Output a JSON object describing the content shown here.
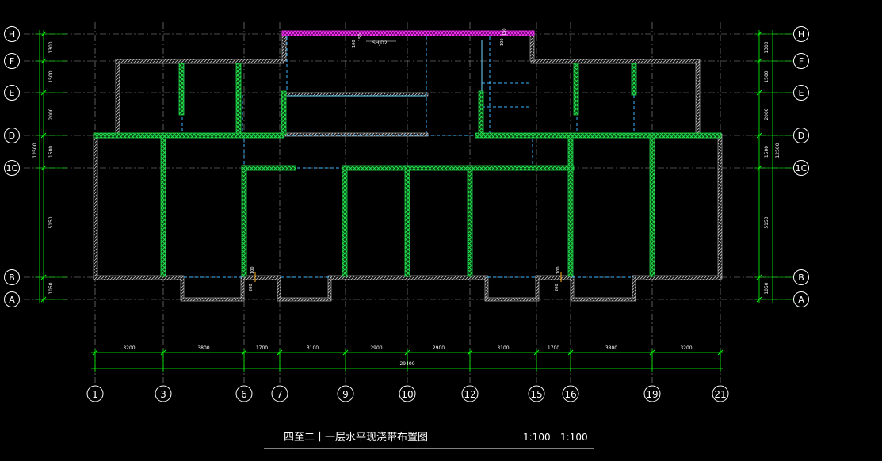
{
  "drawing": {
    "title": "四至二十一层水平现浇带布置图",
    "scale_1": "1:100",
    "scale_2": "1:100",
    "wall_label": "SHJD2"
  },
  "colors": {
    "background": "#000000",
    "axis": "#00ff00",
    "wall": "#c8c8c8",
    "band": "#1fd84a",
    "beam": "#3ab8ff",
    "top_band": "#ff2aff",
    "text": "#ffffff"
  },
  "axes": {
    "vertical": [
      "1",
      "3",
      "6",
      "7",
      "9",
      "10",
      "12",
      "15",
      "16",
      "19",
      "21"
    ],
    "horizontal": [
      "H",
      "F",
      "E",
      "D",
      "1C",
      "B",
      "A"
    ]
  },
  "dimensions": {
    "bottom_spans": [
      "3200",
      "3800",
      "1700",
      "3100",
      "2900",
      "2900",
      "3100",
      "1700",
      "3800",
      "3200"
    ],
    "bottom_total": "29400",
    "left_spans": [
      "1300",
      "1500",
      "2000",
      "1500",
      "5150",
      "1050"
    ],
    "left_total": "12500",
    "right_spans": [
      "1300",
      "1500",
      "2000",
      "1500",
      "5150",
      "1050"
    ],
    "right_total": "12500",
    "small_labels": [
      "100",
      "150",
      "100",
      "150",
      "100",
      "200",
      "100",
      "200"
    ]
  }
}
